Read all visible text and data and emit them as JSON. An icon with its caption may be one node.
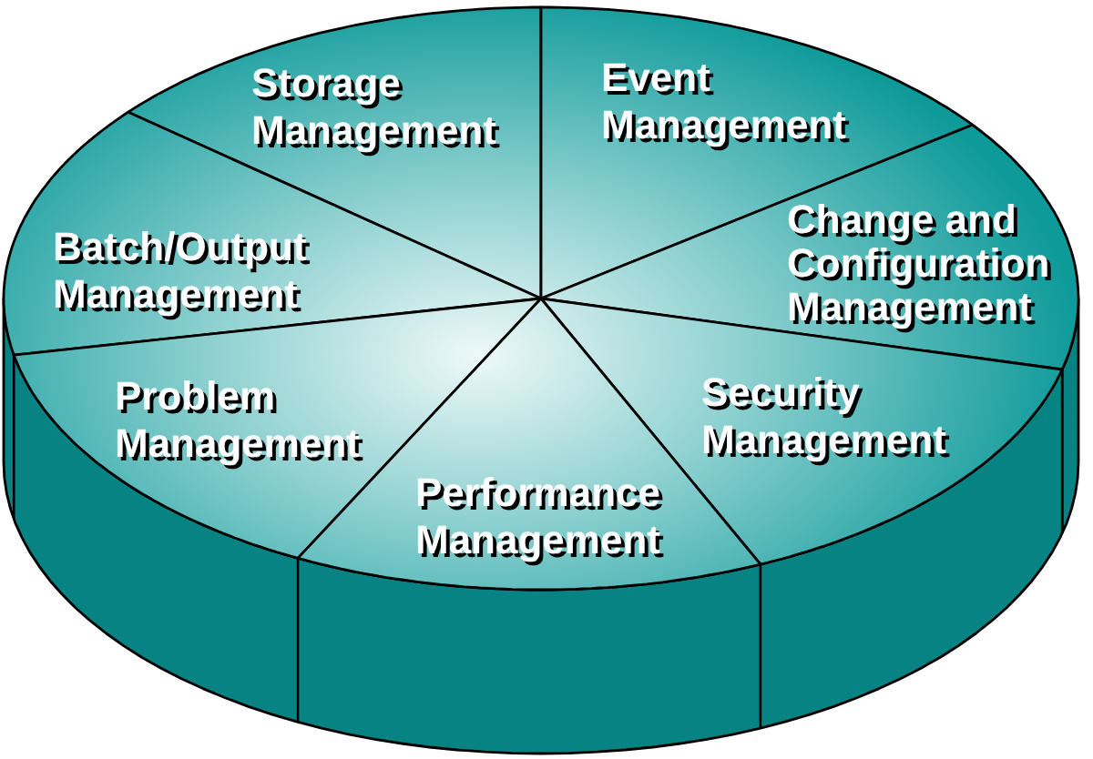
{
  "diagram": {
    "nodes": [
      {
        "text": [
          "Storage Management"
        ]
      },
      {
        "text": [
          "Event Management"
        ]
      },
      {
        "text": [
          "Batch/Output Management"
        ]
      },
      {
        "text": [
          "Change and Configuration Management"
        ]
      },
      {
        "text": [
          "Problem Management"
        ]
      },
      {
        "text": [
          "Security Management"
        ]
      },
      {
        "text": [
          "Performance Management"
        ]
      }
    ]
  }
}
